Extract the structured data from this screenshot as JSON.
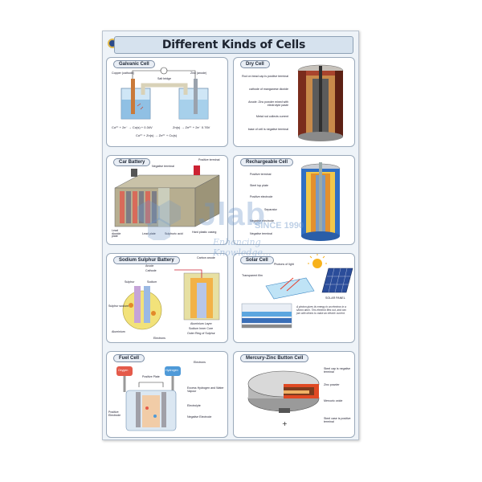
{
  "poster": {
    "title": "Different Kinds of Cells"
  },
  "panels": {
    "galvanic": {
      "label": "Galvanic Cell",
      "labels": [
        "Copper (cathode)",
        "Zinc (anode)",
        "Salt bridge"
      ],
      "equations": [
        "Cu²⁺ + 2e⁻ → Cu(s) + 0.34V",
        "Zn(s) → Zn²⁺ + 2e⁻ 0.76V",
        "Cu²⁺ + Zn(s) → Zn²⁺ + Cu(s)"
      ]
    },
    "dry": {
      "label": "Dry Cell",
      "labels": [
        "Rod on bead cap is positive terminal",
        "cathode of manganese dioxide",
        "Anode: Zinc powder mixed with electrolyte paste",
        "Metal rod collects current",
        "base of cell is negative terminal"
      ]
    },
    "car": {
      "label": "Car Battery",
      "labels": [
        "Negative terminal",
        "Positive terminal",
        "Lead dioxide plate",
        "Lead plate",
        "Sulphuric acid",
        "Hard plastic casing"
      ]
    },
    "rechargeable": {
      "label": "Rechargeable Cell",
      "labels": [
        "Positive terminal",
        "Steel top plate",
        "Positive electrode",
        "Separator",
        "Negative electrode",
        "Negative terminal"
      ]
    },
    "sodium": {
      "label": "Sodium Sulphur Battery",
      "labels": [
        "Carbon anode",
        "Anode",
        "Cathode",
        "Sulphur",
        "Sodium",
        "Sulphur sodium",
        "Aluminium",
        "Aluminium Layer",
        "Sodium Inner Core",
        "Outer Ring of Sulphur",
        "Electrons"
      ]
    },
    "solar": {
      "label": "Solar Cell",
      "labels": [
        "Photons of light",
        "Transparent film",
        "SOLAR PANEL"
      ],
      "description": "A photon gives its energy to an electron in a silicon atom. This electron flies out, and can join with others to make an electric current."
    },
    "fuel": {
      "label": "Fuel Cell",
      "labels": [
        "Oxygen",
        "Hydrogen",
        "Positive Plate",
        "Electrons",
        "Excess Hydrogen and Water Vapour",
        "Electrolyte",
        "Positive Electrode",
        "Negative Electrode"
      ]
    },
    "mercury": {
      "label": "Mercury-Zinc Button Cell",
      "labels": [
        "Steel cap is negative terminal",
        "Zinc powder",
        "Mercuric oxide",
        "Steel case is positive terminal"
      ]
    }
  },
  "watermark": {
    "name": "Jlab",
    "since": "SINCE 1990",
    "slogan": "Enhancing Knowledge..."
  },
  "colors": {
    "poster_bg": "#eef3f8",
    "panel_border": "#9aa9ba",
    "title_bar": "#d6e2ee",
    "accent_red": "#d23a1e",
    "watermark": "#6e96c8"
  }
}
